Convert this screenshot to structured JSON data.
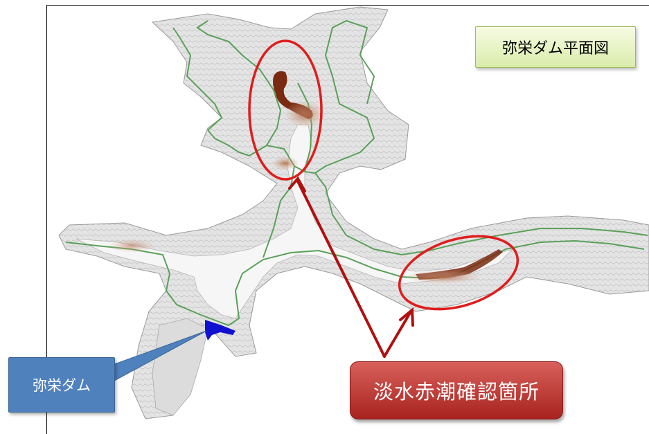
{
  "title": "弥栄ダム平面図",
  "dam_label": "弥栄ダム",
  "red_tide_label": "淡水赤潮確認箇所",
  "colors": {
    "boundary_line": "#5aa05a",
    "red_tide_highlight": "#e01c1c",
    "red_tide_arrow": "#b01010",
    "dam_structure": "#1010d0",
    "callout_blue": "#4f81bd",
    "callout_red": "#c0392b",
    "title_box_fill": "#eaf5c9",
    "reservoir_tint": "#8b3a1e"
  }
}
